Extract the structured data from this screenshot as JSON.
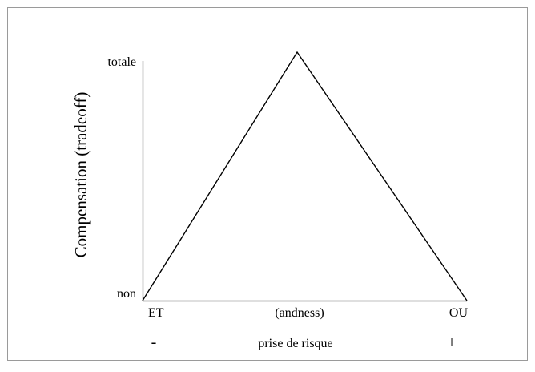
{
  "diagram": {
    "y_axis_title": "Compensation  (tradeoff)",
    "y_top_label": "totale",
    "y_bottom_label": "non",
    "x_left_label": "ET",
    "x_middle_label": "(andness)",
    "x_right_label": "OU",
    "minus_sign": "-",
    "risk_label": "prise de risque",
    "plus_sign": "+",
    "colors": {
      "border": "#9a9a9a",
      "line": "#000000",
      "background": "#ffffff"
    }
  }
}
